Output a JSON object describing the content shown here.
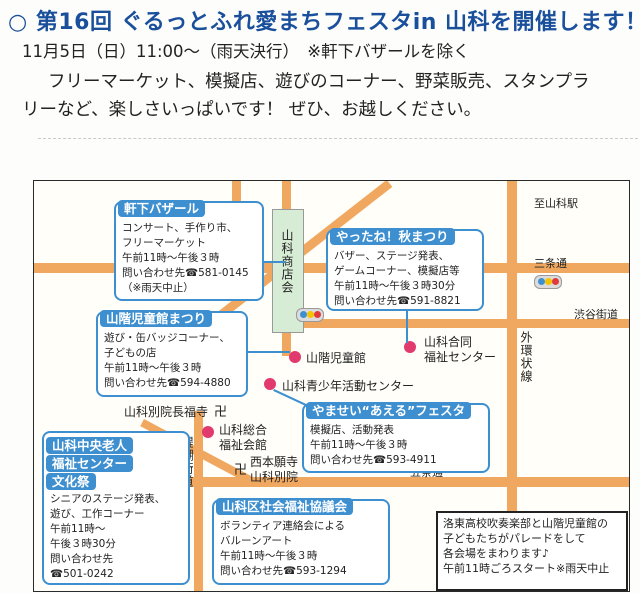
{
  "header": {
    "title": "○ 第16回 ぐるっとふれ愛まちフェスタin 山科を開催します！",
    "date_line": "11月5日（日）11:00～（雨天決行）　※軒下バザールを除く",
    "description_line1": "フリーマーケット、模擬店、遊びのコーナー、野菜販売、スタンプラ",
    "description_line2": "リーなど、楽しさいっぱいです！ ぜひ、お越しください。"
  },
  "map": {
    "street_labels": {
      "shopping_street": "山科商店会",
      "sanjo": "三条通",
      "shibuya": "渋谷街道",
      "sotokanjo": "外環状線",
      "daigo": "醍醐街道",
      "gojo": "五条通",
      "station": "至山科駅"
    },
    "landmarks": {
      "jido_kan": "山階児童館",
      "welfare_center_1": "山科合同",
      "welfare_center_2": "福祉センター",
      "youth_center": "山科青少年活動センター",
      "betsuin": "山科別院長福寺",
      "sogo_1": "山科総合",
      "sogo_2": "福祉会館",
      "higashi_1": "西本願寺",
      "higashi_2": "山科別院"
    },
    "boxes": {
      "nokishita": {
        "title": "軒下バザール",
        "lines": [
          "コンサート、手作り市、",
          "フリーマーケット",
          "午前11時～午後３時",
          "問い合わせ先☎581-0145",
          "（※雨天中止）"
        ]
      },
      "aki": {
        "title": "やったね！秋まつり",
        "lines": [
          "バザー、ステージ発表、",
          "ゲームコーナー、模擬店等",
          "午前11時～午後３時30分",
          "問い合わせ先☎591-8821"
        ]
      },
      "jido": {
        "title": "山階児童館まつり",
        "lines": [
          "遊び・缶バッジコーナー、",
          "子どもの店",
          "午前11時～午後３時",
          "問い合わせ先☎594-4880"
        ]
      },
      "yamasei": {
        "title": "やませい“あえる”フェスタ",
        "lines": [
          "模擬店、活動発表",
          "午前11時～午後３時",
          "問い合わせ先☎593-4911"
        ]
      },
      "rojin": {
        "title_line1": "山科中央老人",
        "title_line2": "福祉センター",
        "title_line3": "文化祭",
        "lines": [
          "シニアのステージ発表、",
          "遊び、工作コーナー",
          "午前11時～",
          "午後３時30分",
          "問い合わせ先",
          "☎501-0242"
        ]
      },
      "shakyo": {
        "title": "山科区社会福祉協議会",
        "lines": [
          "ボランティア連絡会による",
          "バルーンアート",
          "午前11時～午後３時",
          "問い合わせ先☎593-1294"
        ]
      }
    },
    "parade_note": [
      "洛東高校吹奏楽部と山階児童館の",
      "子どもたちがパレードをして",
      "各会場をまわります♪",
      "午前11時ごろスタート※雨天中止"
    ],
    "colors": {
      "road": "#f0a860",
      "accent_blue": "#3d8fd0",
      "venue_dot": "#e03a6f"
    }
  }
}
